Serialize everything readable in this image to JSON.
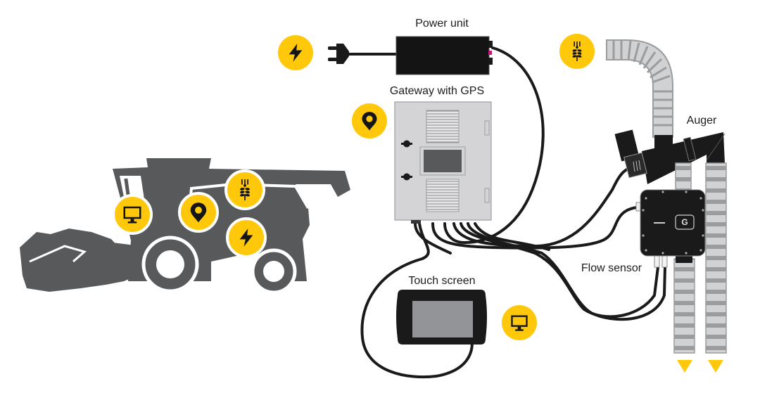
{
  "diagram": {
    "title": "Combine harvester grain sensing system components",
    "labels": {
      "power_unit": "Power unit",
      "gateway": "Gateway with GPS",
      "auger": "Auger",
      "flow_sensor": "Flow sensor",
      "touch_screen": "Touch screen"
    },
    "icons": {
      "power": "lightning-bolt-icon",
      "location": "map-pin-icon",
      "grain": "wheat-icon",
      "display": "monitor-icon"
    },
    "colors": {
      "accent_yellow": "#FFC80A",
      "harvester_gray": "#58595B",
      "device_black": "#1A1A1A",
      "enclosure_gray": "#D4D4D6",
      "auger_light": "#D1D2D4",
      "auger_dark": "#9B9C9E",
      "screen_gray": "#929497",
      "connector_magenta": "#C2187A"
    }
  }
}
